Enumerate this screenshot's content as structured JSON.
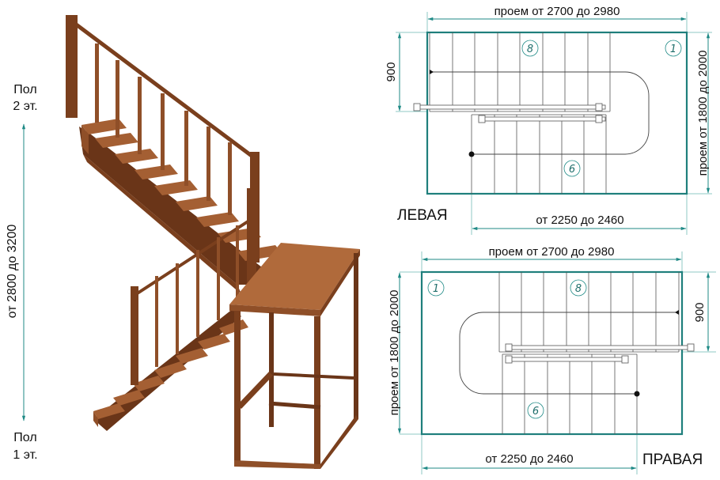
{
  "height_dimension": {
    "top_label_line1": "Пол",
    "top_label_line2": "2 эт.",
    "bottom_label_line1": "Пол",
    "bottom_label_line2": "1 эт.",
    "range": "от 2800 до 3200"
  },
  "plan_left": {
    "title": "ЛЕВАЯ",
    "opening_length": "проем от 2700 до 2980",
    "opening_width": "проем от 1800 до 2000",
    "flight_width": "900",
    "base_length": "от 2250 до 2460",
    "markers": [
      "8",
      "1",
      "6"
    ]
  },
  "plan_right": {
    "title": "ПРАВАЯ",
    "opening_length": "проем от 2700 до 2980",
    "opening_width": "проем от 1800 до 2000",
    "flight_width": "900",
    "base_length": "от 2250 до 2460",
    "markers": [
      "1",
      "8",
      "6"
    ]
  },
  "colors": {
    "dimension": "#1f8a86",
    "frame": "#1f7f7c",
    "wood": "#8f4f28"
  }
}
